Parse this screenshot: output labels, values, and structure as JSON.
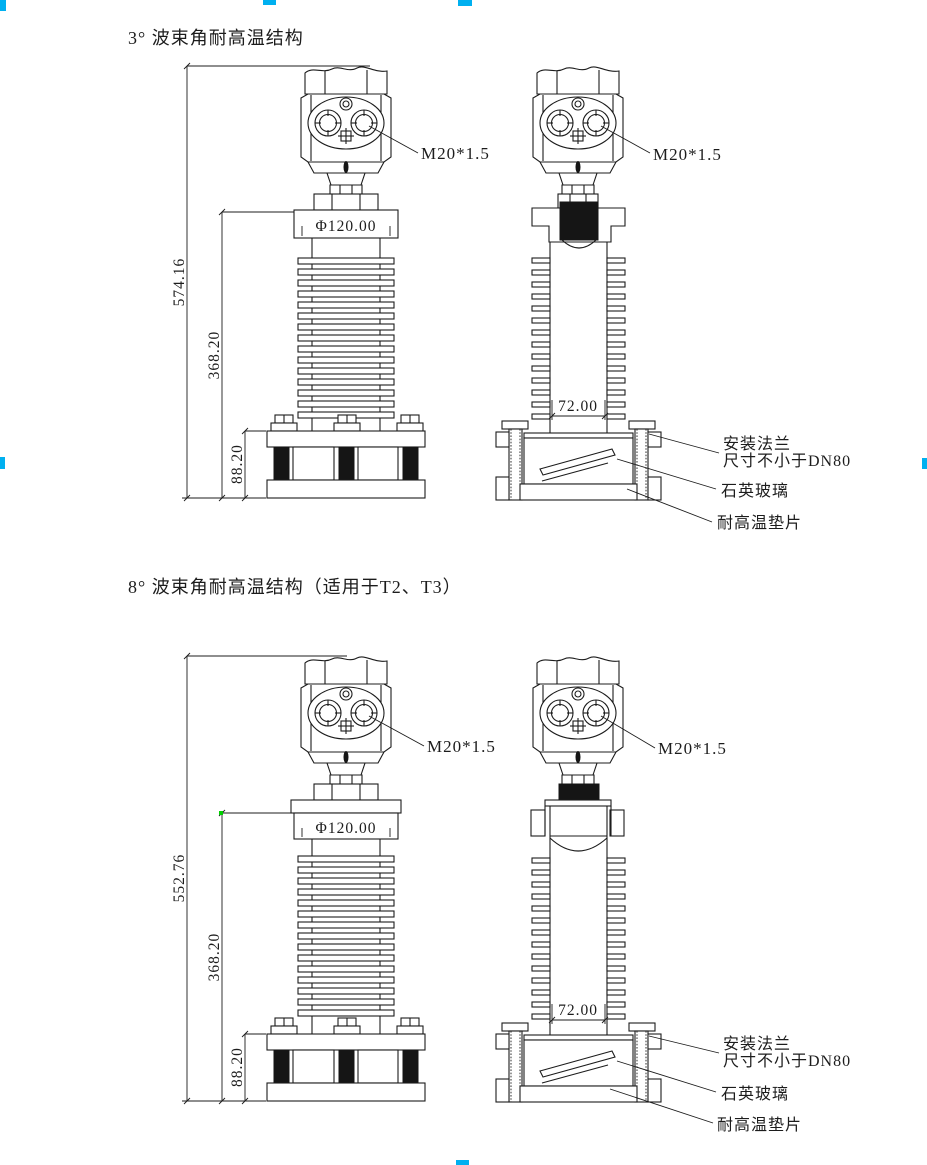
{
  "colors": {
    "line": "#1c1c1c",
    "background": "#ffffff",
    "grip_cyan": "#00b0f0",
    "grip_green": "#00d000"
  },
  "s1": {
    "title": "3° 波束角耐高温结构",
    "total_height": "574.16",
    "column_height": "368.20",
    "flange_height": "88.20",
    "top_diameter": "Φ120.00",
    "window_width": "72.00",
    "cable_entry": "M20*1.5",
    "callout_flange_1": "安装法兰",
    "callout_flange_2": "尺寸不小于DN80",
    "callout_glass": "石英玻璃",
    "callout_gasket": "耐高温垫片"
  },
  "s2": {
    "title": "8° 波束角耐高温结构（适用于T2、T3）",
    "total_height": "552.76",
    "column_height": "368.20",
    "flange_height": "88.20",
    "top_diameter": "Φ120.00",
    "window_width": "72.00",
    "cable_entry": "M20*1.5",
    "callout_flange_1": "安装法兰",
    "callout_flange_2": "尺寸不小于DN80",
    "callout_glass": "石英玻璃",
    "callout_gasket": "耐高温垫片"
  }
}
